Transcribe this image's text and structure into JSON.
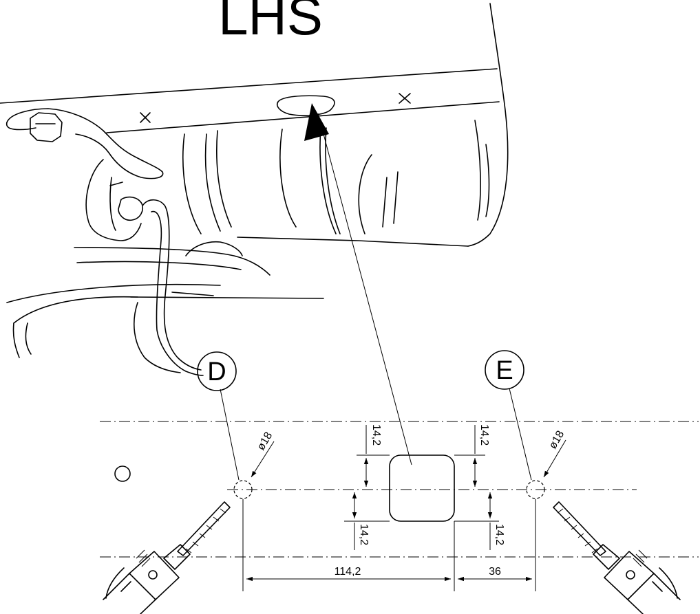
{
  "title": "LHS",
  "labels": {
    "left_hole": "D",
    "right_hole": "E"
  },
  "dimensions": {
    "hole_diameter_left": "ø18",
    "hole_diameter_right": "ø18",
    "offset_top_left": "14,2",
    "offset_top_right": "14,2",
    "offset_bottom_left": "14,2",
    "offset_bottom_right": "14,2",
    "span_left": "114,2",
    "span_right": "36"
  }
}
